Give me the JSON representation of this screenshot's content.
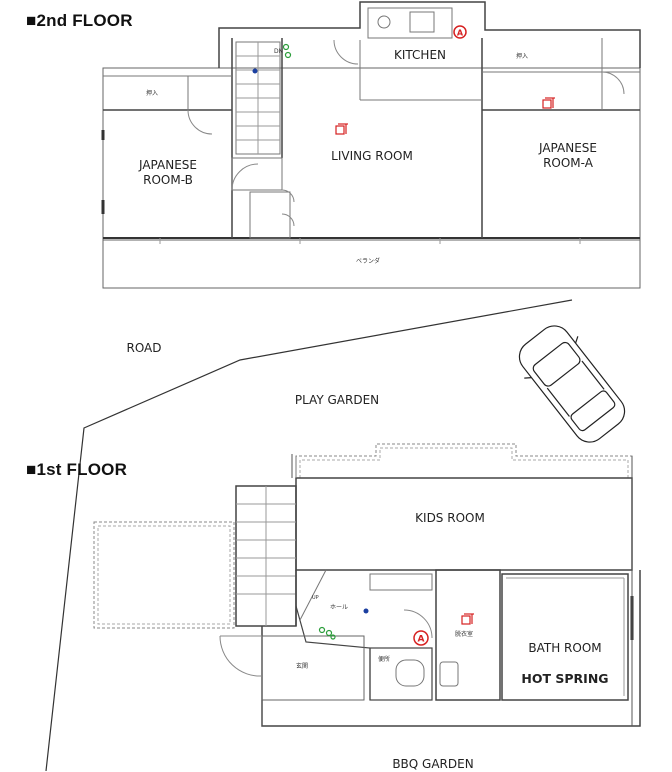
{
  "floors": {
    "second": {
      "title": "■2nd FLOOR",
      "rooms": {
        "kitchen": "KITCHEN",
        "living": "LIVING ROOM",
        "japanese_a": "JAPANESE\nROOM-A",
        "japanese_b": "JAPANESE\nROOM-B",
        "veranda": "ベランダ",
        "closet_left": "押入",
        "closet_right": "押入"
      },
      "symbols": {
        "alarm_label": "A",
        "pillar_label": "DN"
      }
    },
    "first": {
      "title": "■1st FLOOR",
      "rooms": {
        "kids": "KIDS ROOM",
        "hall": "ホール",
        "toilet": "便所",
        "entrance": "玄関",
        "dressing": "脱衣室",
        "bath_line1": "BATH ROOM",
        "bath_line2": "HOT SPRING"
      },
      "symbols": {
        "alarm_label": "A",
        "up_label": "UP"
      }
    }
  },
  "outdoor": {
    "road": "ROAD",
    "play_garden": "PLAY GARDEN",
    "bbq_garden": "BBQ GARDEN"
  },
  "colors": {
    "wall": "#555555",
    "symbol_red": "#d62020",
    "symbol_green": "#2a9d3a",
    "symbol_blue": "#1b3fa0"
  }
}
